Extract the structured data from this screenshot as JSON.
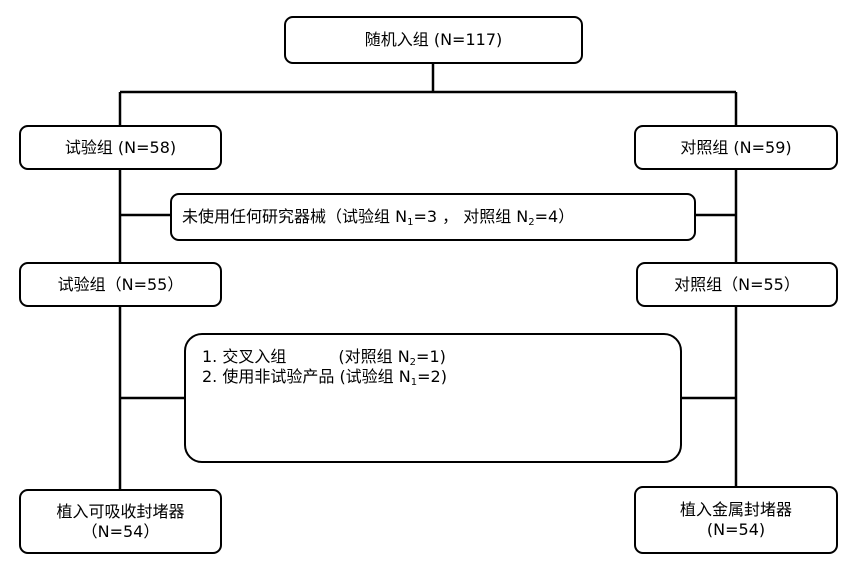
{
  "randomization": "随机入组 (N=117)",
  "test_group_1": "试验组 (N=58)",
  "control_group_1": "对照组 (N=59)",
  "excluded": {
    "prefix": "未使用任何研究器械（试验组 N",
    "sub1": "1",
    "mid1": "=3 ，  对照组 N",
    "sub2": "2",
    "mid2": "=4）"
  },
  "test_group_2": "试验组（N=55）",
  "control_group_2": "对照组（N=55）",
  "deviations": {
    "item1_label": "1. 交叉入组",
    "item1_detail_prefix": "(对照组 N",
    "item1_sub": "2",
    "item1_detail_suffix": "=1)",
    "item2_label": "2. 使用非试验产品 (试验组 N",
    "item2_sub": "1",
    "item2_suffix": "=2)"
  },
  "final_test": {
    "line1": "植入可吸收封堵器",
    "line2": "（N=54）"
  },
  "final_control": {
    "line1": "植入金属封堵器",
    "line2": "(N=54)"
  }
}
